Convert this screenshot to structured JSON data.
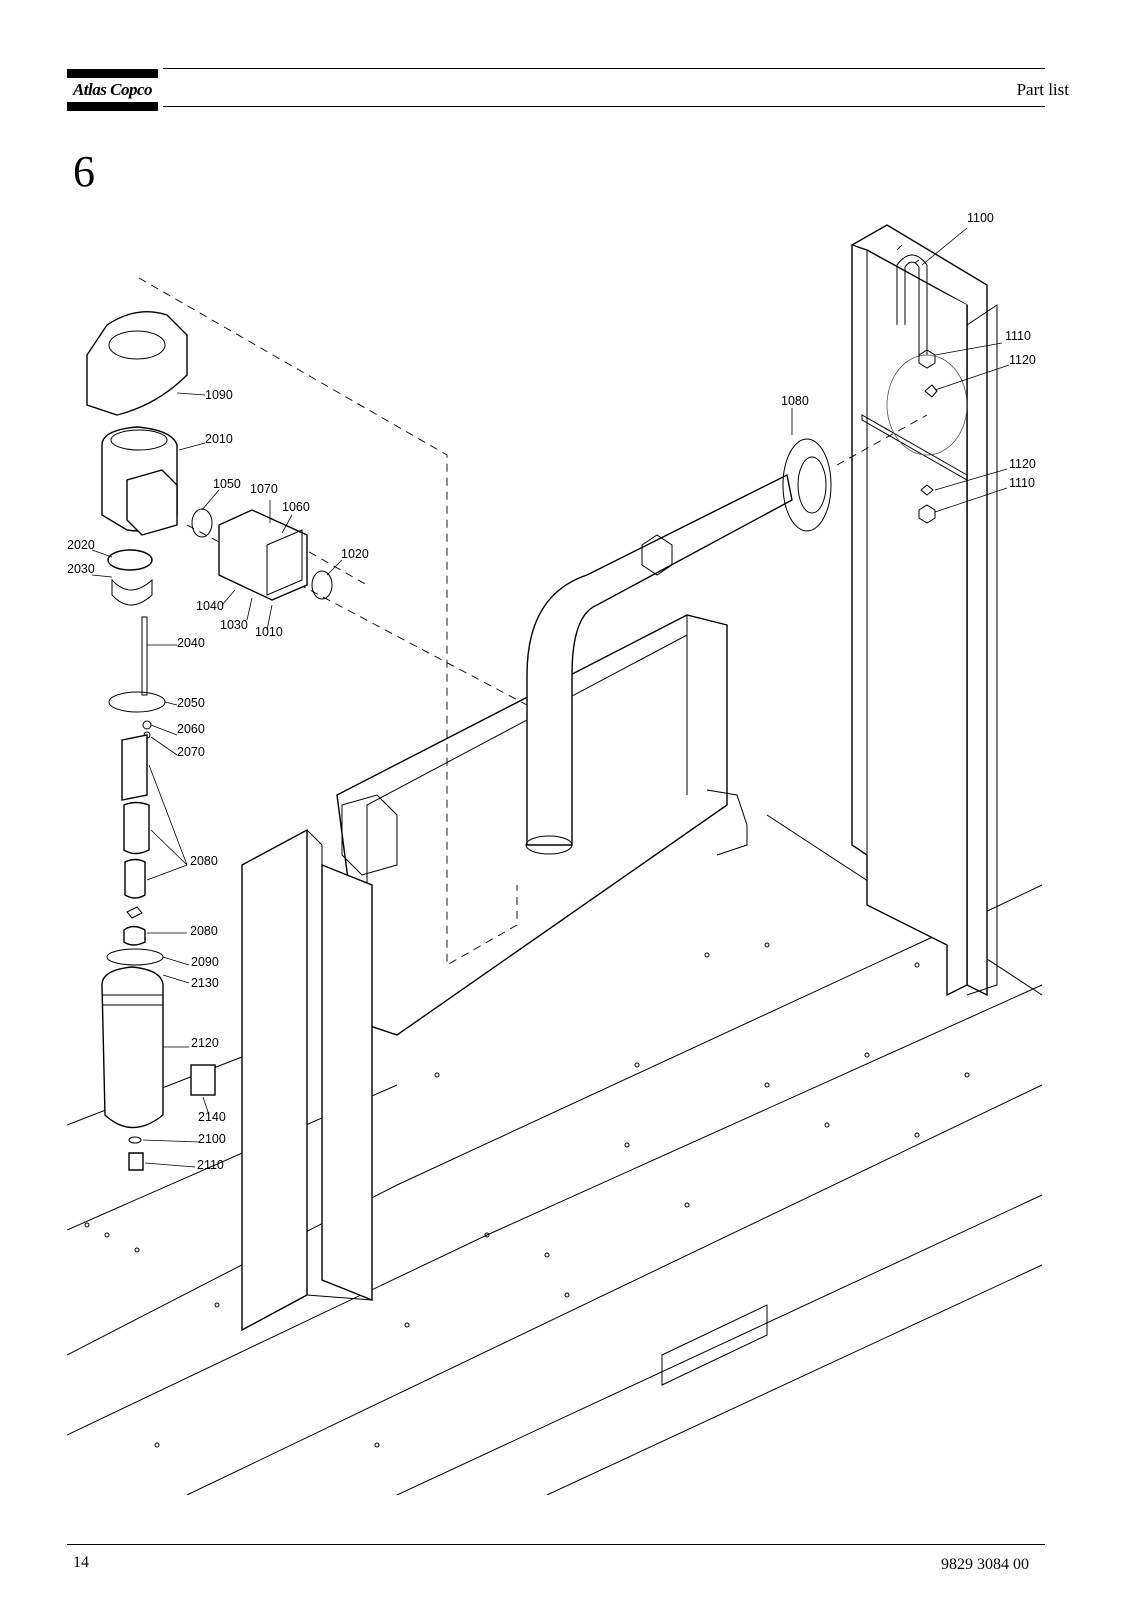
{
  "header": {
    "brand": "Atlas Copco",
    "title": "Part list"
  },
  "section": {
    "number": "6"
  },
  "drawing": {
    "callouts": [
      {
        "id": "c1100",
        "label": "1100"
      },
      {
        "id": "c1110a",
        "label": "1110"
      },
      {
        "id": "c1120a",
        "label": "1120"
      },
      {
        "id": "c1080",
        "label": "1080"
      },
      {
        "id": "c1120b",
        "label": "1120"
      },
      {
        "id": "c1110b",
        "label": "1110"
      },
      {
        "id": "c1090",
        "label": "1090"
      },
      {
        "id": "c2010",
        "label": "2010"
      },
      {
        "id": "c1050",
        "label": "1050"
      },
      {
        "id": "c1070",
        "label": "1070"
      },
      {
        "id": "c1060",
        "label": "1060"
      },
      {
        "id": "c2020",
        "label": "2020"
      },
      {
        "id": "c2030",
        "label": "2030"
      },
      {
        "id": "c1020",
        "label": "1020"
      },
      {
        "id": "c1040",
        "label": "1040"
      },
      {
        "id": "c1030",
        "label": "1030"
      },
      {
        "id": "c1010",
        "label": "1010"
      },
      {
        "id": "c2040",
        "label": "2040"
      },
      {
        "id": "c2050",
        "label": "2050"
      },
      {
        "id": "c2060",
        "label": "2060"
      },
      {
        "id": "c2070",
        "label": "2070"
      },
      {
        "id": "c2080a",
        "label": "2080"
      },
      {
        "id": "c2080b",
        "label": "2080"
      },
      {
        "id": "c2090",
        "label": "2090"
      },
      {
        "id": "c2130",
        "label": "2130"
      },
      {
        "id": "c2120",
        "label": "2120"
      },
      {
        "id": "c2140",
        "label": "2140"
      },
      {
        "id": "c2100",
        "label": "2100"
      },
      {
        "id": "c2110",
        "label": "2110"
      }
    ]
  },
  "footer": {
    "page_number": "14",
    "document_number": "9829 3084 00"
  }
}
